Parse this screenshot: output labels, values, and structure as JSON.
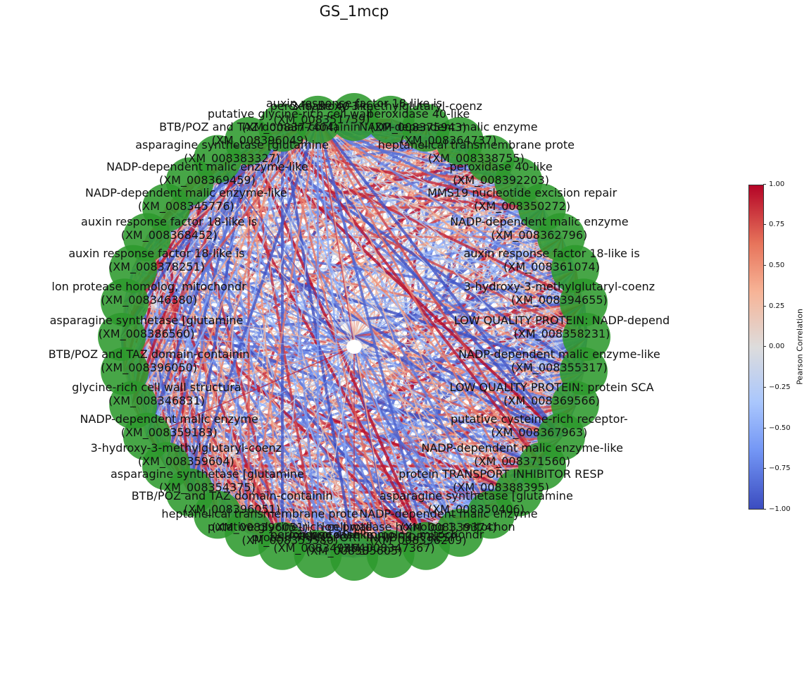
{
  "title": "GS_1mcp",
  "colorbar": {
    "label": "Pearson Correlation",
    "ticks": [
      "1.00",
      "0.75",
      "0.50",
      "0.25",
      "0.00",
      "−0.25",
      "−0.50",
      "−0.75",
      "−1.00"
    ],
    "range": [
      -1,
      1
    ],
    "colormap": "coolwarm"
  },
  "colors": {
    "node": "#2e9a2e",
    "center_node": "#ffffff",
    "positive": "#b40426",
    "neutral": "#dddcdc",
    "negative": "#3b4cc0"
  },
  "nodes": [
    {
      "name": "auxin response factor 18-like is",
      "id": ""
    },
    {
      "name": "3-hydroxy-3-methylglutaryl-coenz",
      "id": ""
    },
    {
      "name": "peroxidase 40-like",
      "id": "(XM_008375943)"
    },
    {
      "name": "NADP-dependent malic enzyme",
      "id": "(XM_008364737)"
    },
    {
      "name": "heptahelical transmembrane prote",
      "id": "(XM_008338755)"
    },
    {
      "name": "peroxidase 40-like",
      "id": "(XM_008392203)"
    },
    {
      "name": "MMS19 nucleotide excision repair",
      "id": "(XM_008350272)"
    },
    {
      "name": "NADP-dependent malic enzyme",
      "id": "(XM_008362796)"
    },
    {
      "name": "auxin response factor 18-like is",
      "id": "(XM_008361074)"
    },
    {
      "name": "3-hydroxy-3-methylglutaryl-coenz",
      "id": "(XM_008394655)"
    },
    {
      "name": "LOW QUALITY PROTEIN: NADP-depend",
      "id": "(XM_008358231)"
    },
    {
      "name": "NADP-dependent malic enzyme-like",
      "id": "(XM_008355317)"
    },
    {
      "name": "LOW QUALITY PROTEIN: protein SCA",
      "id": "(XM_008369566)"
    },
    {
      "name": "putative cysteine-rich receptor-",
      "id": "(XM_008367963)"
    },
    {
      "name": "NADP-dependent malic enzyme-like",
      "id": "(XM_008371560)"
    },
    {
      "name": "protein TRANSPORT INHIBITOR RESP",
      "id": "(XM_008388395)"
    },
    {
      "name": "asparagine synthetase [glutamine",
      "id": "(XM_008350406)"
    },
    {
      "name": "NADP-dependent malic enzyme",
      "id": "(XM_008339374)"
    },
    {
      "name": "lon protease homolog 1, mitochon",
      "id": "(XM_008396209)"
    },
    {
      "name": "lon protease homolog, mitochondr",
      "id": "(XM_008347367)"
    },
    {
      "name": "protein TRANSPORT INHIBITOR RESP",
      "id": "(XM_008385605)"
    },
    {
      "name": "peroxidase 40-like",
      "id": "(XM_008349364)"
    },
    {
      "name": "putative glycine-rich cell wall",
      "id": "(XM_008355580)"
    },
    {
      "name": "heptahelical transmembrane prote",
      "id": "(XM_008396051)"
    },
    {
      "name": "BTB/POZ and TAZ domain-containin",
      "id": "(XM_008396051)"
    },
    {
      "name": "asparagine synthetase [glutamine",
      "id": "(XM_008354375)"
    },
    {
      "name": "3-hydroxy-3-methylglutaryl-coenz",
      "id": "(XM_008359604)"
    },
    {
      "name": "NADP-dependent malic enzyme",
      "id": "(XM_008359183)"
    },
    {
      "name": "glycine-rich cell wall structura",
      "id": "(XM_008346831)"
    },
    {
      "name": "BTB/POZ and TAZ domain-containin",
      "id": "(XM_008396050)"
    },
    {
      "name": "asparagine synthetase [glutamine",
      "id": "(XM_008386560)"
    },
    {
      "name": "lon protease homolog, mitochondr",
      "id": "(XM_008346380)"
    },
    {
      "name": "auxin response factor 18-like is",
      "id": "(XM_008378251)"
    },
    {
      "name": "auxin response factor 18-like is",
      "id": "(XM_008368452)"
    },
    {
      "name": "NADP-dependent malic enzyme-like",
      "id": "(XM_008345776)"
    },
    {
      "name": "NADP-dependent malic enzyme-like",
      "id": "(XM_008369459)"
    },
    {
      "name": "asparagine synthetase [glutamine",
      "id": "(XM_008383327)"
    },
    {
      "name": "BTB/POZ and TAZ domain-containin",
      "id": "(XM_008396049)"
    },
    {
      "name": "putative glycine-rich cell wall",
      "id": "(XM_008377404)"
    },
    {
      "name": "peroxidase 40-like",
      "id": "(XM_008351759)"
    }
  ]
}
